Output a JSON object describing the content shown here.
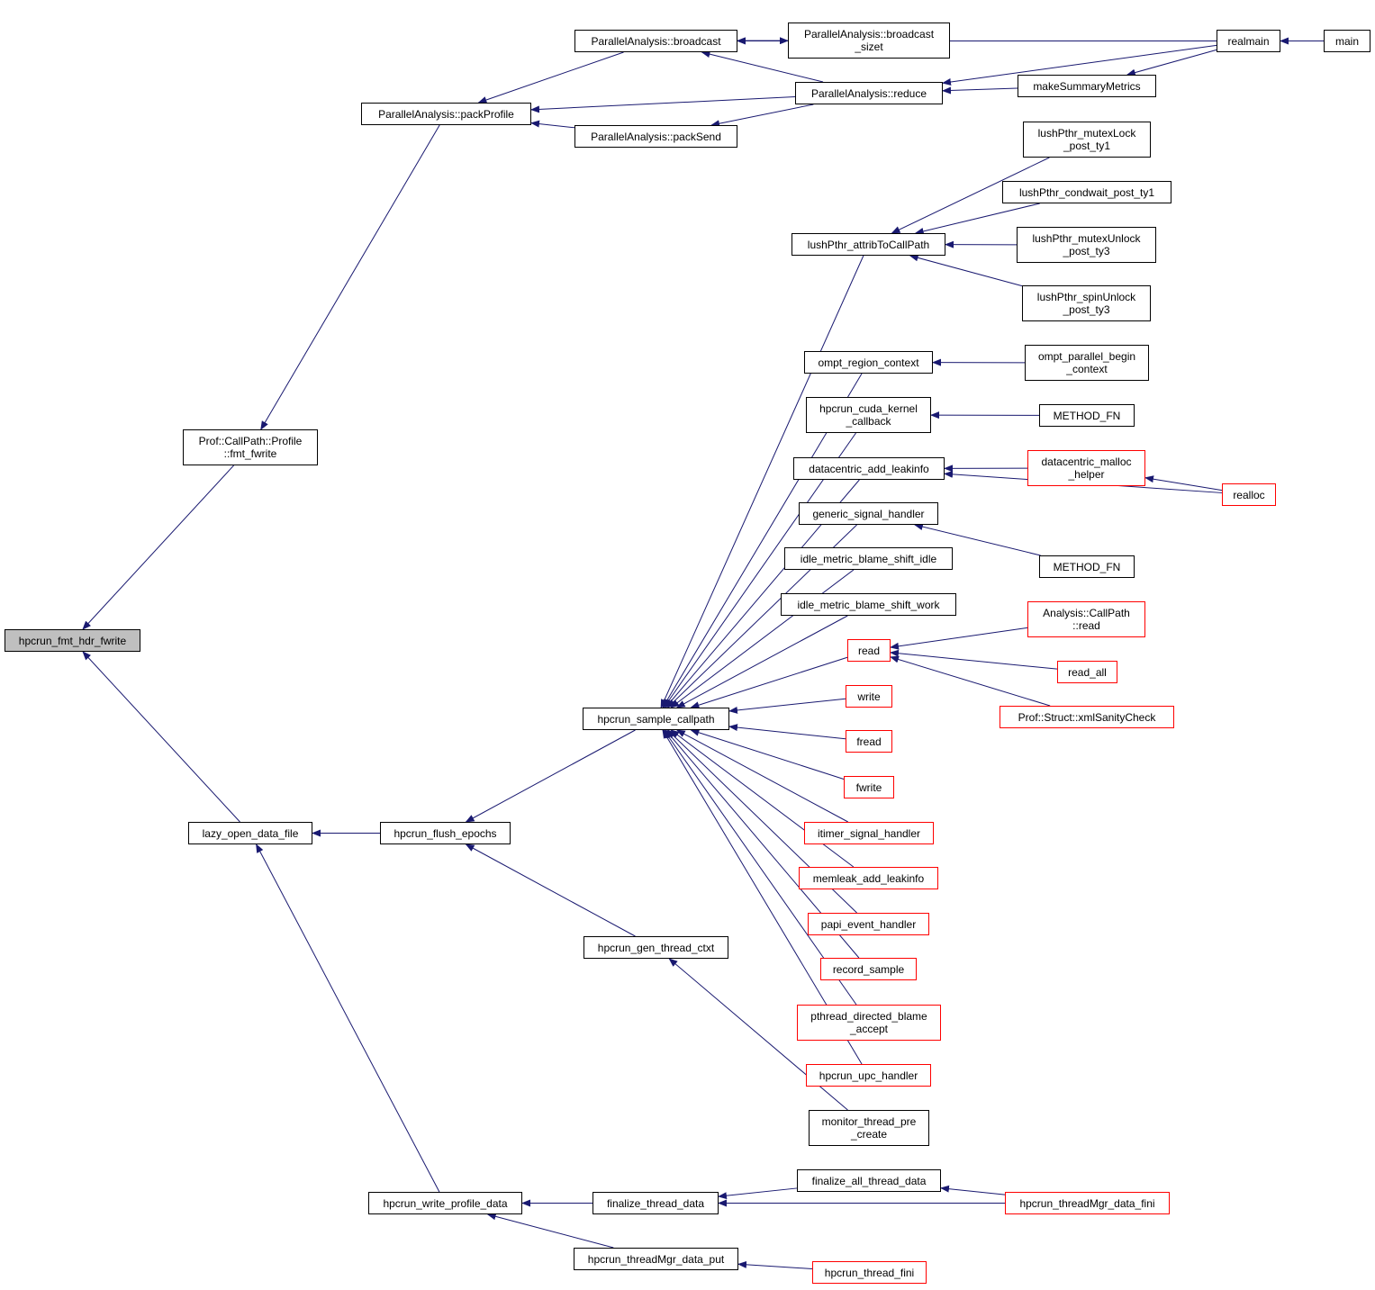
{
  "graph": {
    "title": "Caller graph",
    "colors": {
      "edge": "#191970",
      "normal_border": "#000000",
      "truncated_border": "#ff0000",
      "root_fill": "#bfbfbf"
    },
    "nodes": [
      {
        "id": "hpcrun_fmt_hdr_fwrite",
        "label": "hpcrun_fmt_hdr_fwrite",
        "style": "root"
      },
      {
        "id": "fmt_fwrite",
        "label": "Prof::CallPath::Profile\n::fmt_fwrite",
        "style": "normal"
      },
      {
        "id": "lazy_open_data_file",
        "label": "lazy_open_data_file",
        "style": "normal"
      },
      {
        "id": "packProfile",
        "label": "ParallelAnalysis::packProfile",
        "style": "normal"
      },
      {
        "id": "broadcast",
        "label": "ParallelAnalysis::broadcast",
        "style": "normal"
      },
      {
        "id": "broadcast_sizet",
        "label": "ParallelAnalysis::broadcast\n_sizet",
        "style": "normal"
      },
      {
        "id": "reduce",
        "label": "ParallelAnalysis::reduce",
        "style": "normal"
      },
      {
        "id": "packSend",
        "label": "ParallelAnalysis::packSend",
        "style": "normal"
      },
      {
        "id": "realmain",
        "label": "realmain",
        "style": "normal"
      },
      {
        "id": "main",
        "label": "main",
        "style": "normal"
      },
      {
        "id": "makeSummaryMetrics",
        "label": "makeSummaryMetrics",
        "style": "normal"
      },
      {
        "id": "mutexLock",
        "label": "lushPthr_mutexLock\n_post_ty1",
        "style": "normal"
      },
      {
        "id": "condwait",
        "label": "lushPthr_condwait_post_ty1",
        "style": "normal"
      },
      {
        "id": "mutexUnlock",
        "label": "lushPthr_mutexUnlock\n_post_ty3",
        "style": "normal"
      },
      {
        "id": "spinUnlock",
        "label": "lushPthr_spinUnlock\n_post_ty3",
        "style": "normal"
      },
      {
        "id": "attribToCallPath",
        "label": "lushPthr_attribToCallPath",
        "style": "normal"
      },
      {
        "id": "ompt_region_context",
        "label": "ompt_region_context",
        "style": "normal"
      },
      {
        "id": "ompt_parallel_begin",
        "label": "ompt_parallel_begin\n_context",
        "style": "normal"
      },
      {
        "id": "cuda_kernel",
        "label": "hpcrun_cuda_kernel\n_callback",
        "style": "normal"
      },
      {
        "id": "method_fn1",
        "label": "METHOD_FN",
        "style": "normal"
      },
      {
        "id": "dc_add_leakinfo",
        "label": "datacentric_add_leakinfo",
        "style": "normal"
      },
      {
        "id": "dc_malloc_helper",
        "label": "datacentric_malloc\n_helper",
        "style": "red"
      },
      {
        "id": "realloc",
        "label": "realloc",
        "style": "red"
      },
      {
        "id": "generic_signal",
        "label": "generic_signal_handler",
        "style": "normal"
      },
      {
        "id": "method_fn2",
        "label": "METHOD_FN",
        "style": "normal"
      },
      {
        "id": "blame_idle",
        "label": "idle_metric_blame_shift_idle",
        "style": "normal"
      },
      {
        "id": "blame_work",
        "label": "idle_metric_blame_shift_work",
        "style": "normal"
      },
      {
        "id": "read",
        "label": "read",
        "style": "red"
      },
      {
        "id": "cp_read",
        "label": "Analysis::CallPath\n::read",
        "style": "red"
      },
      {
        "id": "read_all",
        "label": "read_all",
        "style": "red"
      },
      {
        "id": "xmlSanity",
        "label": "Prof::Struct::xmlSanityCheck",
        "style": "red"
      },
      {
        "id": "write",
        "label": "write",
        "style": "red"
      },
      {
        "id": "fread",
        "label": "fread",
        "style": "red"
      },
      {
        "id": "fwrite",
        "label": "fwrite",
        "style": "red"
      },
      {
        "id": "sample_callpath",
        "label": "hpcrun_sample_callpath",
        "style": "normal"
      },
      {
        "id": "itimer",
        "label": "itimer_signal_handler",
        "style": "red"
      },
      {
        "id": "memleak",
        "label": "memleak_add_leakinfo",
        "style": "red"
      },
      {
        "id": "papi",
        "label": "papi_event_handler",
        "style": "red"
      },
      {
        "id": "record_sample",
        "label": "record_sample",
        "style": "red"
      },
      {
        "id": "pthread_blame",
        "label": "pthread_directed_blame\n_accept",
        "style": "red"
      },
      {
        "id": "upc_handler",
        "label": "hpcrun_upc_handler",
        "style": "red"
      },
      {
        "id": "flush_epochs",
        "label": "hpcrun_flush_epochs",
        "style": "normal"
      },
      {
        "id": "gen_thread_ctxt",
        "label": "hpcrun_gen_thread_ctxt",
        "style": "normal"
      },
      {
        "id": "monitor_pre_create",
        "label": "monitor_thread_pre\n_create",
        "style": "normal"
      },
      {
        "id": "write_profile_data",
        "label": "hpcrun_write_profile_data",
        "style": "normal"
      },
      {
        "id": "finalize_thread_data",
        "label": "finalize_thread_data",
        "style": "normal"
      },
      {
        "id": "finalize_all",
        "label": "finalize_all_thread_data",
        "style": "normal"
      },
      {
        "id": "tmgr_fini",
        "label": "hpcrun_threadMgr_data_fini",
        "style": "red"
      },
      {
        "id": "tmgr_put",
        "label": "hpcrun_threadMgr_data_put",
        "style": "normal"
      },
      {
        "id": "thread_fini",
        "label": "hpcrun_thread_fini",
        "style": "red"
      }
    ],
    "edges": [
      [
        "fmt_fwrite",
        "hpcrun_fmt_hdr_fwrite"
      ],
      [
        "lazy_open_data_file",
        "hpcrun_fmt_hdr_fwrite"
      ],
      [
        "packProfile",
        "fmt_fwrite"
      ],
      [
        "broadcast",
        "packProfile"
      ],
      [
        "reduce",
        "packProfile"
      ],
      [
        "packSend",
        "packProfile"
      ],
      [
        "broadcast",
        "broadcast_sizet"
      ],
      [
        "broadcast_sizet",
        "broadcast"
      ],
      [
        "reduce",
        "broadcast"
      ],
      [
        "realmain",
        "broadcast"
      ],
      [
        "reduce",
        "packSend"
      ],
      [
        "realmain",
        "reduce"
      ],
      [
        "makeSummaryMetrics",
        "reduce"
      ],
      [
        "realmain",
        "makeSummaryMetrics"
      ],
      [
        "main",
        "realmain"
      ],
      [
        "mutexLock",
        "attribToCallPath"
      ],
      [
        "condwait",
        "attribToCallPath"
      ],
      [
        "mutexUnlock",
        "attribToCallPath"
      ],
      [
        "spinUnlock",
        "attribToCallPath"
      ],
      [
        "ompt_parallel_begin",
        "ompt_region_context"
      ],
      [
        "method_fn1",
        "cuda_kernel"
      ],
      [
        "dc_malloc_helper",
        "dc_add_leakinfo"
      ],
      [
        "realloc",
        "dc_add_leakinfo"
      ],
      [
        "realloc",
        "dc_malloc_helper"
      ],
      [
        "method_fn2",
        "generic_signal"
      ],
      [
        "cp_read",
        "read"
      ],
      [
        "read_all",
        "read"
      ],
      [
        "xmlSanity",
        "read"
      ],
      [
        "attribToCallPath",
        "sample_callpath"
      ],
      [
        "ompt_region_context",
        "sample_callpath"
      ],
      [
        "cuda_kernel",
        "sample_callpath"
      ],
      [
        "dc_add_leakinfo",
        "sample_callpath"
      ],
      [
        "generic_signal",
        "sample_callpath"
      ],
      [
        "blame_idle",
        "sample_callpath"
      ],
      [
        "blame_work",
        "sample_callpath"
      ],
      [
        "read",
        "sample_callpath"
      ],
      [
        "write",
        "sample_callpath"
      ],
      [
        "fread",
        "sample_callpath"
      ],
      [
        "fwrite",
        "sample_callpath"
      ],
      [
        "itimer",
        "sample_callpath"
      ],
      [
        "memleak",
        "sample_callpath"
      ],
      [
        "papi",
        "sample_callpath"
      ],
      [
        "record_sample",
        "sample_callpath"
      ],
      [
        "pthread_blame",
        "sample_callpath"
      ],
      [
        "upc_handler",
        "sample_callpath"
      ],
      [
        "sample_callpath",
        "flush_epochs"
      ],
      [
        "gen_thread_ctxt",
        "flush_epochs"
      ],
      [
        "flush_epochs",
        "lazy_open_data_file"
      ],
      [
        "monitor_pre_create",
        "gen_thread_ctxt"
      ],
      [
        "write_profile_data",
        "lazy_open_data_file"
      ],
      [
        "finalize_thread_data",
        "write_profile_data"
      ],
      [
        "tmgr_put",
        "write_profile_data"
      ],
      [
        "finalize_all",
        "finalize_thread_data"
      ],
      [
        "tmgr_fini",
        "finalize_thread_data"
      ],
      [
        "tmgr_fini",
        "finalize_all"
      ],
      [
        "thread_fini",
        "tmgr_put"
      ]
    ]
  }
}
